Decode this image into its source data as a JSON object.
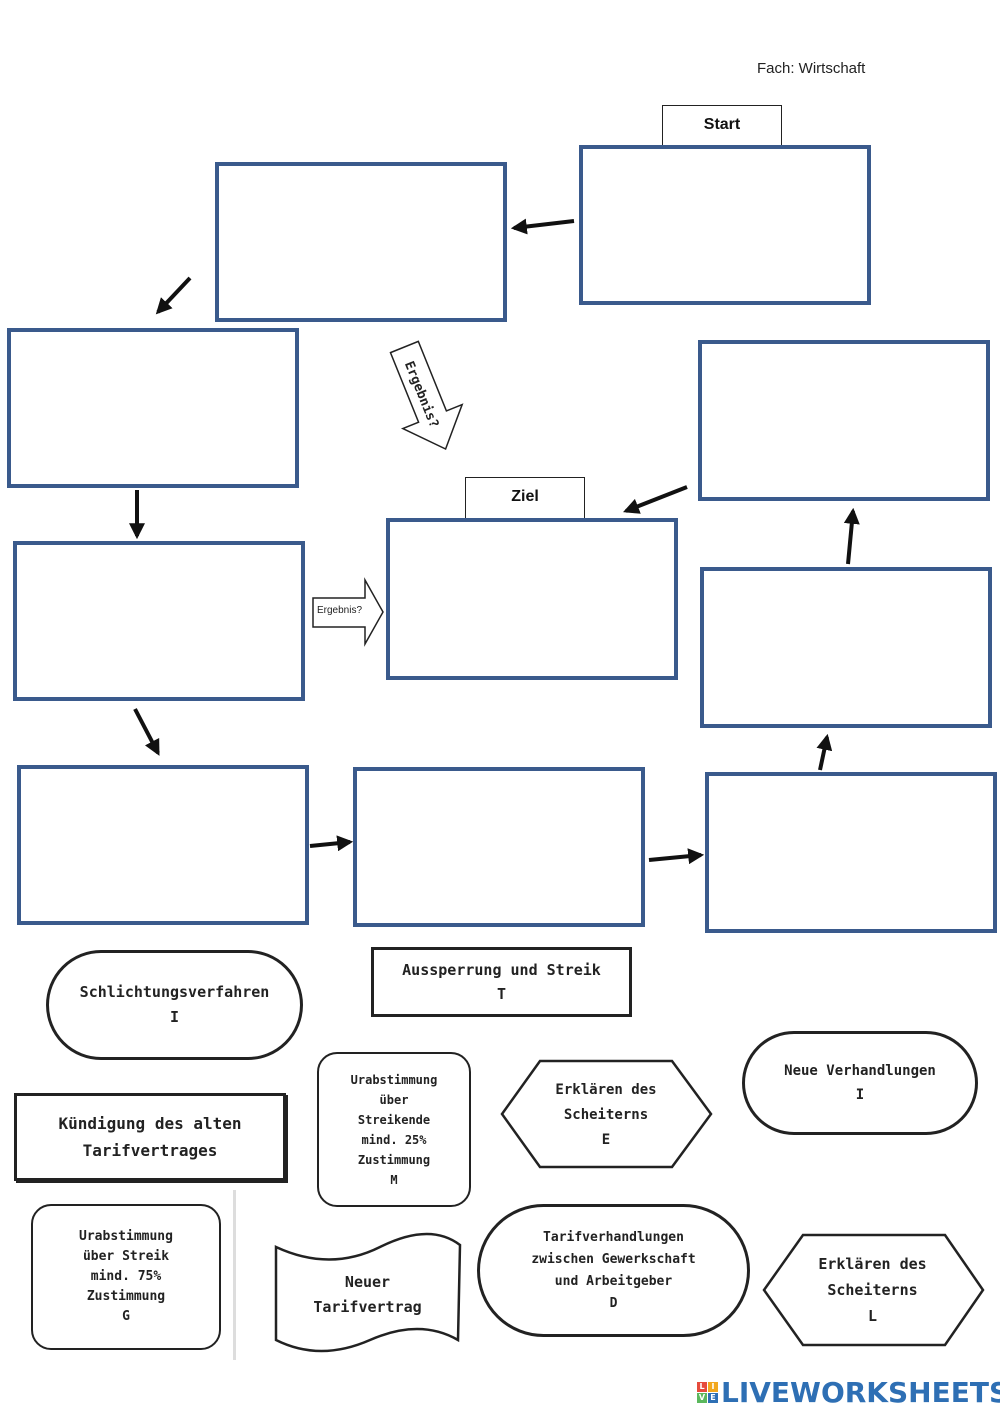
{
  "header": {
    "subject": "Fach: Wirtschaft"
  },
  "labels": {
    "start": "Start",
    "ziel": "Ziel",
    "ergebnis_small": "Ergebnis?",
    "ergebnis_rotated": "Ergebnis?"
  },
  "cards": {
    "schlichtung": {
      "line1": "Schlichtungsverfahren",
      "letter": "I"
    },
    "aussperrung": {
      "line1": "Aussperrung und Streik",
      "letter": "T"
    },
    "kuendigung": {
      "line1": "Kündigung des alten",
      "line2": "Tarifvertrages"
    },
    "urabstimmung_ende": {
      "line1": "Urabstimmung",
      "line2": "über",
      "line3": "Streikende",
      "line4": "mind. 25%",
      "line5": "Zustimmung",
      "letter": "M"
    },
    "erklaeren_e": {
      "line1": "Erklären des",
      "line2": "Scheiterns",
      "letter": "E"
    },
    "neue_verhandlungen": {
      "line1": "Neue Verhandlungen",
      "letter": "I"
    },
    "urabstimmung_streik": {
      "line1": "Urabstimmung",
      "line2": "über Streik",
      "line3": "mind. 75%",
      "line4": "Zustimmung",
      "letter": "G"
    },
    "neuer_tarifvertrag": {
      "line1": "Neuer",
      "line2": "Tarifvertrag"
    },
    "tarifverhandlungen": {
      "line1": "Tarifverhandlungen",
      "line2": "zwischen Gewerkschaft",
      "line3": "und Arbeitgeber",
      "letter": "D"
    },
    "erklaeren_l": {
      "line1": "Erklären des",
      "line2": "Scheiterns",
      "letter": "L"
    }
  },
  "watermark": {
    "brand": "LIVEWORKSHEETS",
    "mark_letters": [
      "L",
      "I",
      "V",
      "E"
    ]
  },
  "colors": {
    "box_border": "#3a5a8c",
    "ink": "#222222",
    "brand": "#2e6fb4"
  }
}
